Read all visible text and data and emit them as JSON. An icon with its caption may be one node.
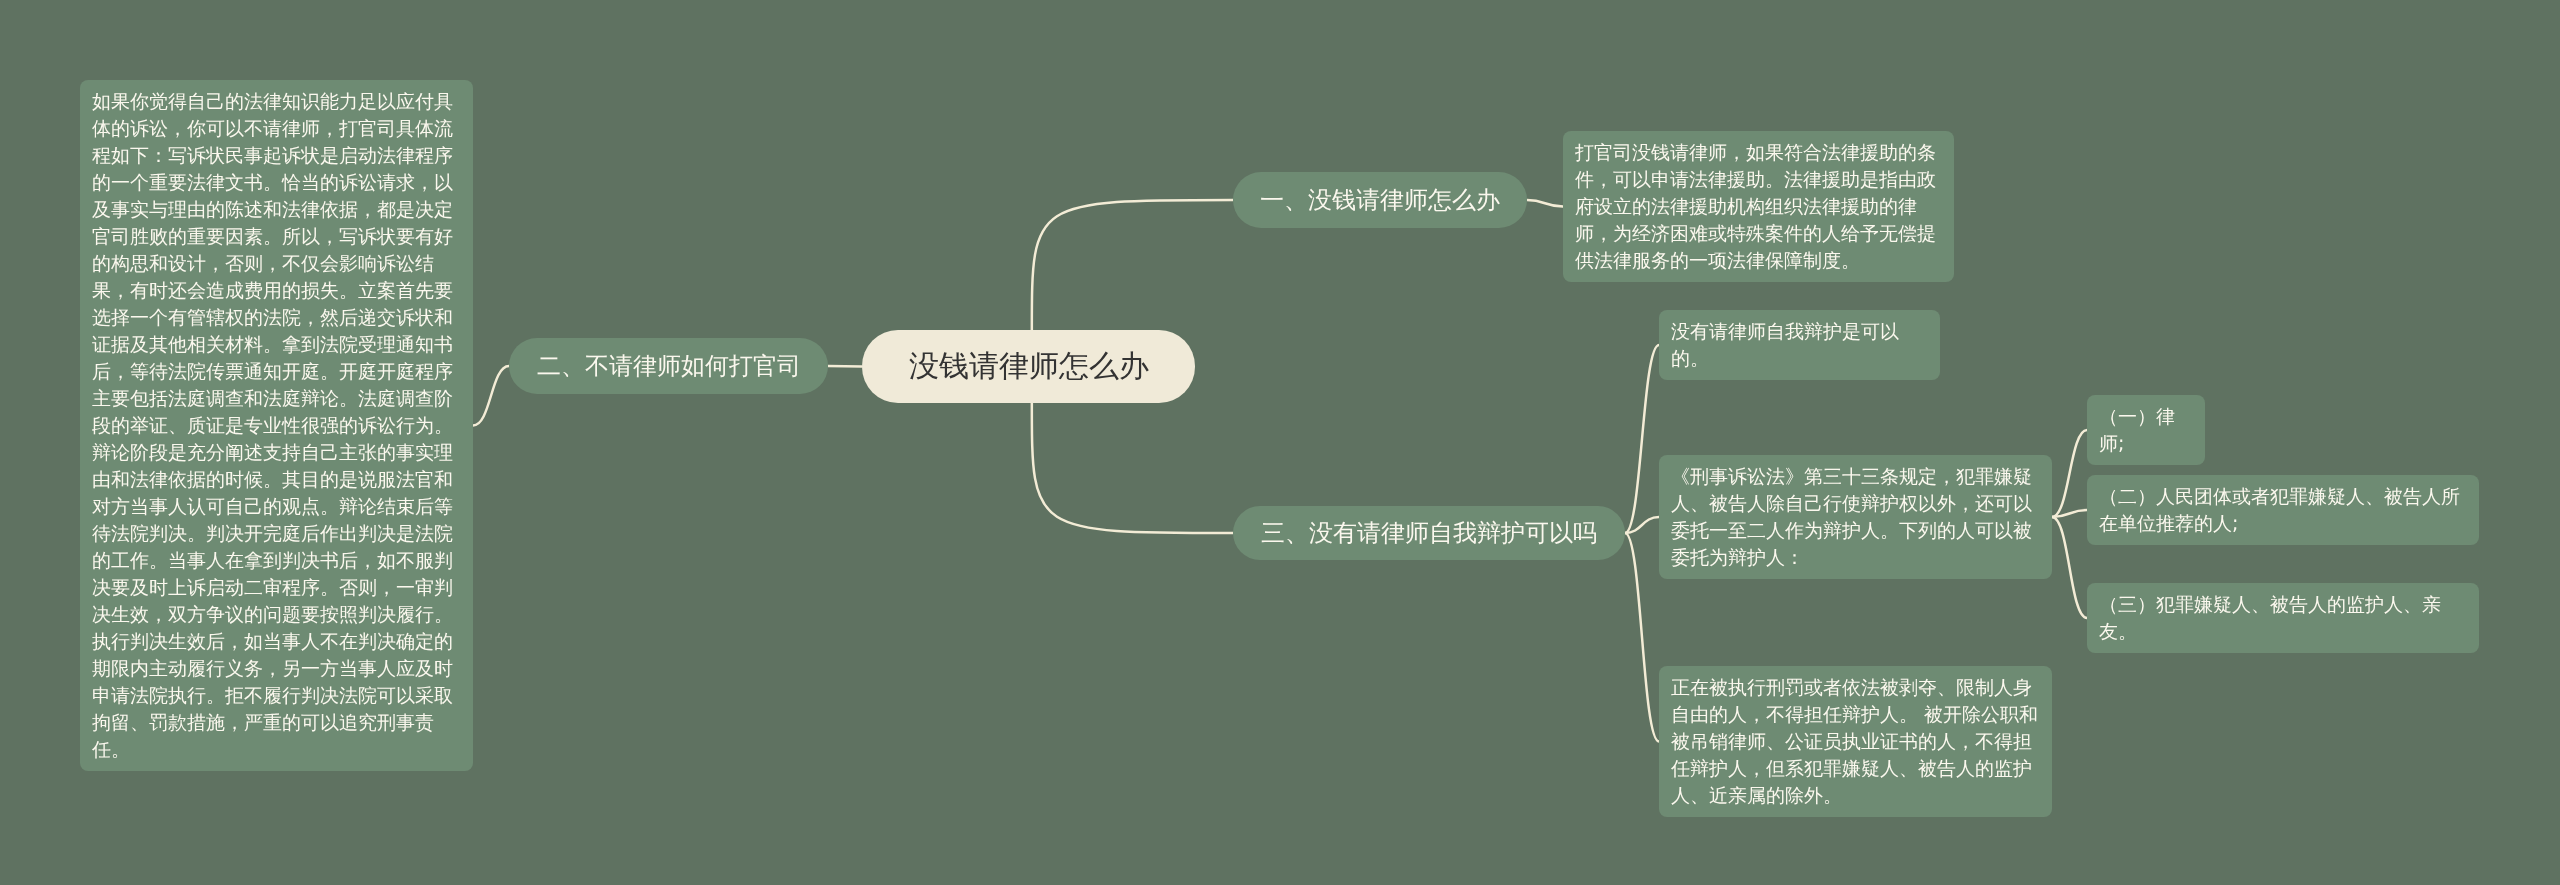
{
  "diagram": {
    "nodes": [
      {
        "text": [
          "没钱请律师怎么办"
        ]
      },
      {
        "text": [
          "一、没钱请律师怎么办"
        ]
      },
      {
        "text": [
          "打官司没钱请律师，如果符合法律援助的条件，可以申请法律援助。法律援助是指由政府设立的法律援助机构组织法律援助的律师，为经济困难或特殊案件的人给予无偿提供法律服务的一项法律保障制度。"
        ]
      },
      {
        "text": [
          "二、不请律师如何打官司"
        ]
      },
      {
        "text": [
          "如果你觉得自己的法律知识能力足以应付具体的诉讼，你可以不请律师，打官司具体流程如下：写诉状民事起诉状是启动法律程序的一个重要法律文书。恰当的诉讼请求，以及事实与理由的陈述和法律依据，都是决定官司胜败的重要因素。所以，写诉状要有好的构思和设计，否则，不仅会影响诉讼结果，有时还会造成费用的损失。立案首先要选择一个有管辖权的法院，然后递交诉状和证据及其他相关材料。拿到法院受理通知书后，等待法院传票通知开庭。开庭开庭程序主要包括法庭调查和法庭辩论。法庭调查阶段的举证、质证是专业性很强的诉讼行为。辩论阶段是充分阐述支持自己主张的事实理由和法律依据的时候。其目的是说服法官和对方当事人认可自己的观点。辩论结束后等待法院判决。判决开完庭后作出判决是法院的工作。当事人在拿到判决书后，如不服判决要及时上诉启动二审程序。否则，一审判决生效，双方争议的问题要按照判决履行。执行判决生效后，如当事人不在判决确定的期限内主动履行义务，另一方当事人应及时申请法院执行。拒不履行判决法院可以采取拘留、罚款措施，严重的可以追究刑事责任。"
        ]
      },
      {
        "text": [
          "三、没有请律师自我辩护可以吗"
        ]
      },
      {
        "text": [
          "没有请律师自我辩护是可以的。"
        ]
      },
      {
        "text": [
          "《刑事诉讼法》第三十三条规定，犯罪嫌疑人、被告人除自己行使辩护权以外，还可以委托一至二人作为辩护人。下列的人可以被委托为辩护人："
        ]
      },
      {
        "text": [
          "（一）律师;"
        ]
      },
      {
        "text": [
          "（二）人民团体或者犯罪嫌疑人、被告人所在单位推荐的人;"
        ]
      },
      {
        "text": [
          "（三）犯罪嫌疑人、被告人的监护人、亲友。"
        ]
      },
      {
        "text": [
          "正在被执行刑罚或者依法被剥夺、限制人身自由的人，不得担任辩护人。 被开除公职和被吊销律师、公证员执业证书的人，不得担任辩护人，但系犯罪嫌疑人、被告人的监护人、近亲属的除外。"
        ]
      }
    ],
    "edges": [
      {
        "from": 0,
        "to": 1,
        "arrow": "none"
      },
      {
        "from": 0,
        "to": 3,
        "arrow": "none"
      },
      {
        "from": 0,
        "to": 5,
        "arrow": "none"
      },
      {
        "from": 1,
        "to": 2,
        "arrow": "none"
      },
      {
        "from": 3,
        "to": 4,
        "arrow": "none"
      },
      {
        "from": 5,
        "to": 6,
        "arrow": "none"
      },
      {
        "from": 5,
        "to": 7,
        "arrow": "none"
      },
      {
        "from": 5,
        "to": 11,
        "arrow": "none"
      },
      {
        "from": 7,
        "to": 8,
        "arrow": "none"
      },
      {
        "from": 7,
        "to": 9,
        "arrow": "none"
      },
      {
        "from": 7,
        "to": 10,
        "arrow": "none"
      }
    ]
  }
}
